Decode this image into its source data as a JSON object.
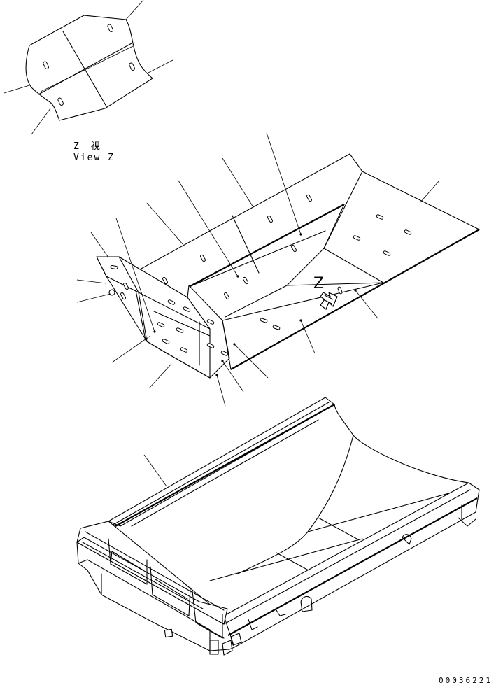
{
  "view_label": {
    "line1": "Z　視",
    "line2": "View Z"
  },
  "arrow_mark": "Z",
  "drawing_code": "00036221",
  "icons": {
    "view_arrow": "view-direction-arrow-icon"
  }
}
